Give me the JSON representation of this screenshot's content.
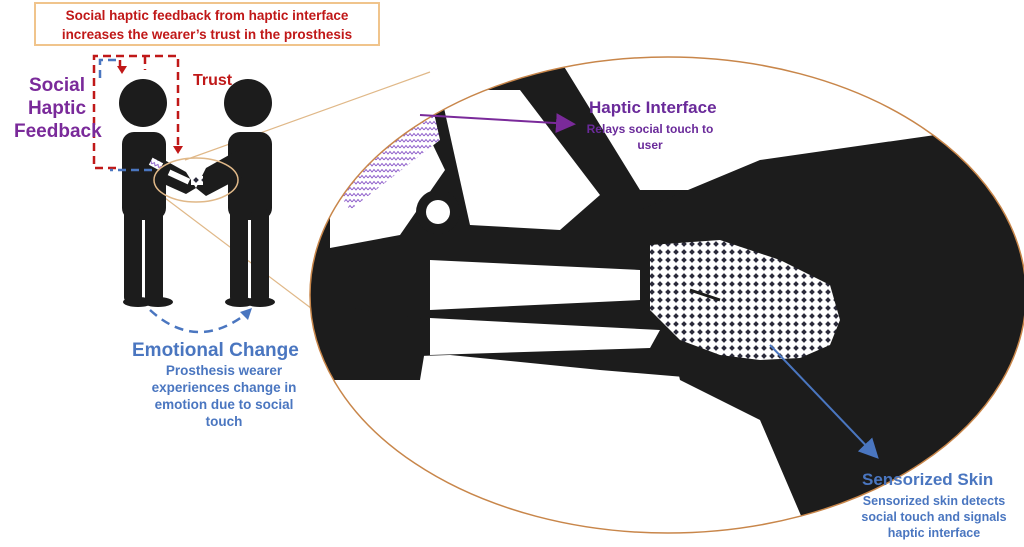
{
  "top_banner": {
    "line1": "Social haptic feedback from haptic interface",
    "line2": "increases the wearer’s trust in the prosthesis"
  },
  "social_haptic_feedback": {
    "line1": "Social",
    "line2": "Haptic",
    "line3": "Feedback"
  },
  "trust_label": "Trust",
  "emotional_change": {
    "title": "Emotional Change",
    "desc_line1": "Prosthesis wearer",
    "desc_line2": "experiences change in",
    "desc_line3": "emotion due to social",
    "desc_line4": "touch"
  },
  "haptic_interface": {
    "title": "Haptic Interface",
    "desc_line1": "Relays social touch to",
    "desc_line2": "user"
  },
  "sensorized_skin": {
    "title": "Sensorized Skin",
    "desc_line1": "Sensorized skin detects",
    "desc_line2": "social touch and signals",
    "desc_line3": "haptic interface"
  },
  "colors": {
    "trust_red": "#c01818",
    "feedback_purple": "#7a2a9a",
    "emotion_blue": "#4a76c0",
    "zoom_outline": "#c8864a",
    "figure_black": "#1c1c1c"
  }
}
